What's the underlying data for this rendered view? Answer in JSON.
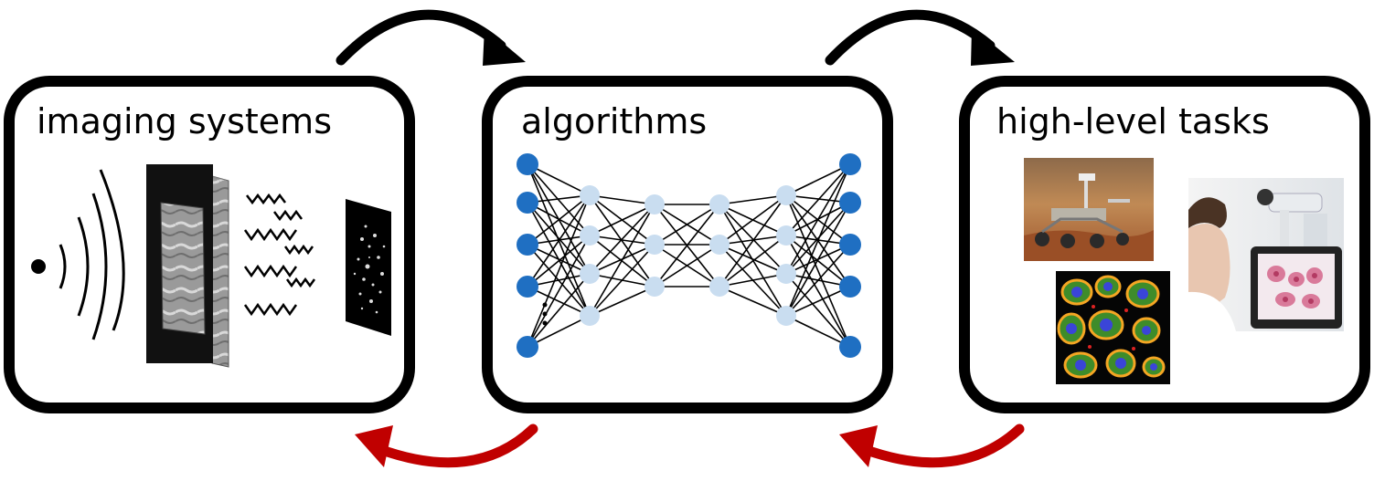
{
  "panels": [
    {
      "id": "imaging",
      "title": "imaging systems"
    },
    {
      "id": "algorithms",
      "title": "algorithms"
    },
    {
      "id": "tasks",
      "title": "high-level tasks"
    }
  ],
  "colors": {
    "frame": "#000000",
    "forward_arrow": "#000000",
    "feedback_arrow": "#c00000",
    "node_io": "#1f6fc2",
    "node_hidden": "#c9ddf0"
  },
  "neural_net": {
    "layers": [
      5,
      4,
      3,
      3,
      4,
      5
    ],
    "input_has_ellipsis": true
  }
}
